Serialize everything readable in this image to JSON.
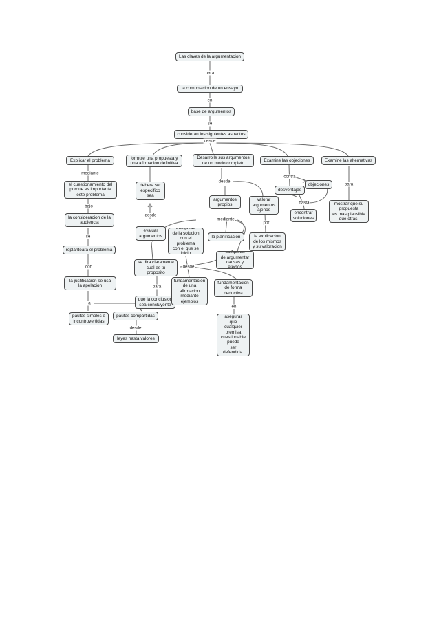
{
  "diagram": {
    "nodes": {
      "root": "Las claves de la argumentacion",
      "composicion": "la composicion de un ensayo",
      "base": "base de argumentos",
      "aspectos": "consideran los siguientes aspectos",
      "explicar": "Explicar el problema",
      "formule": "formule una propuesta y\nuna afirmacion definitiva",
      "desarrolle": "Desarrolle sus argumentos\nde un modo completo",
      "objeciones_main": "Examine las objeciones",
      "alternativas": "Examine las alternativas",
      "cuestionamiento": "el cuestionamiento del\nporque es importante\neste problema",
      "consideracion": "la consideracion de la\naudiencia",
      "replanteara": "replanteara el problema",
      "justificacion": "la justificacion se usa\nla apelacion",
      "pautas_simples": "pautas simples e\nincontrovertidas",
      "pautas_compartidas": "pautas compartidas",
      "leyes": "leyes hasta valores",
      "debera": "debera ser\nespecifico\nsea",
      "evaluar": "evaluar\nargumentos",
      "busqueda_solucion": "busqueda\nde la solucion\ncon el problema\ncon el que se\ninicio",
      "proposito": "se dira claramente\ncual es tu\nproposito",
      "conclusion": "que la conclusion\nsea concluyente",
      "fund_afirmacion": "fundamentacion\nde una\nafirmacion\nmediante\nejemplos",
      "fund_deductiva": "fundamentacion\nde forma\ndeductiva",
      "asegurar": "asegurar\nque\ncualquier\npremisa\ncuestionable\npuede\nser\ndefendida.",
      "arg_propios": "argumentos\npropios",
      "planificacion": "la planificacion",
      "busqueda_causas": "busqueda\nde argumentar\ncausas y efectos",
      "valorar": "valorar\nargumentos\najenos",
      "explicacion": "la explicacion\nde los mismos\ny su valoracion",
      "objeciones": "objeciones",
      "desventajas": "desventajas",
      "encontrar": "encontrar\nsoluciones",
      "mostrar": "mostrar que su\npropuesta\nes mas plausible\nque otras."
    },
    "labels": {
      "para1": "para",
      "en1": "en",
      "se1": "se",
      "desde_top": "desde",
      "mediante1": "mediante",
      "bajo": "bajo",
      "se2": "se",
      "con": "con",
      "a": "a",
      "desde_pautas": "desde",
      "desde_formule": "desde",
      "para2": "para",
      "desde_mid": "desde",
      "desde_desarrolle": "desde",
      "mediante2": "mediante",
      "por": "por",
      "en2": "en",
      "contra": "contra",
      "hasta": "hasta",
      "para3": "para"
    },
    "colors": {
      "node_fill": "#eef2f3",
      "node_border": "#4a4a4a",
      "connector": "#6b6b6b"
    }
  }
}
